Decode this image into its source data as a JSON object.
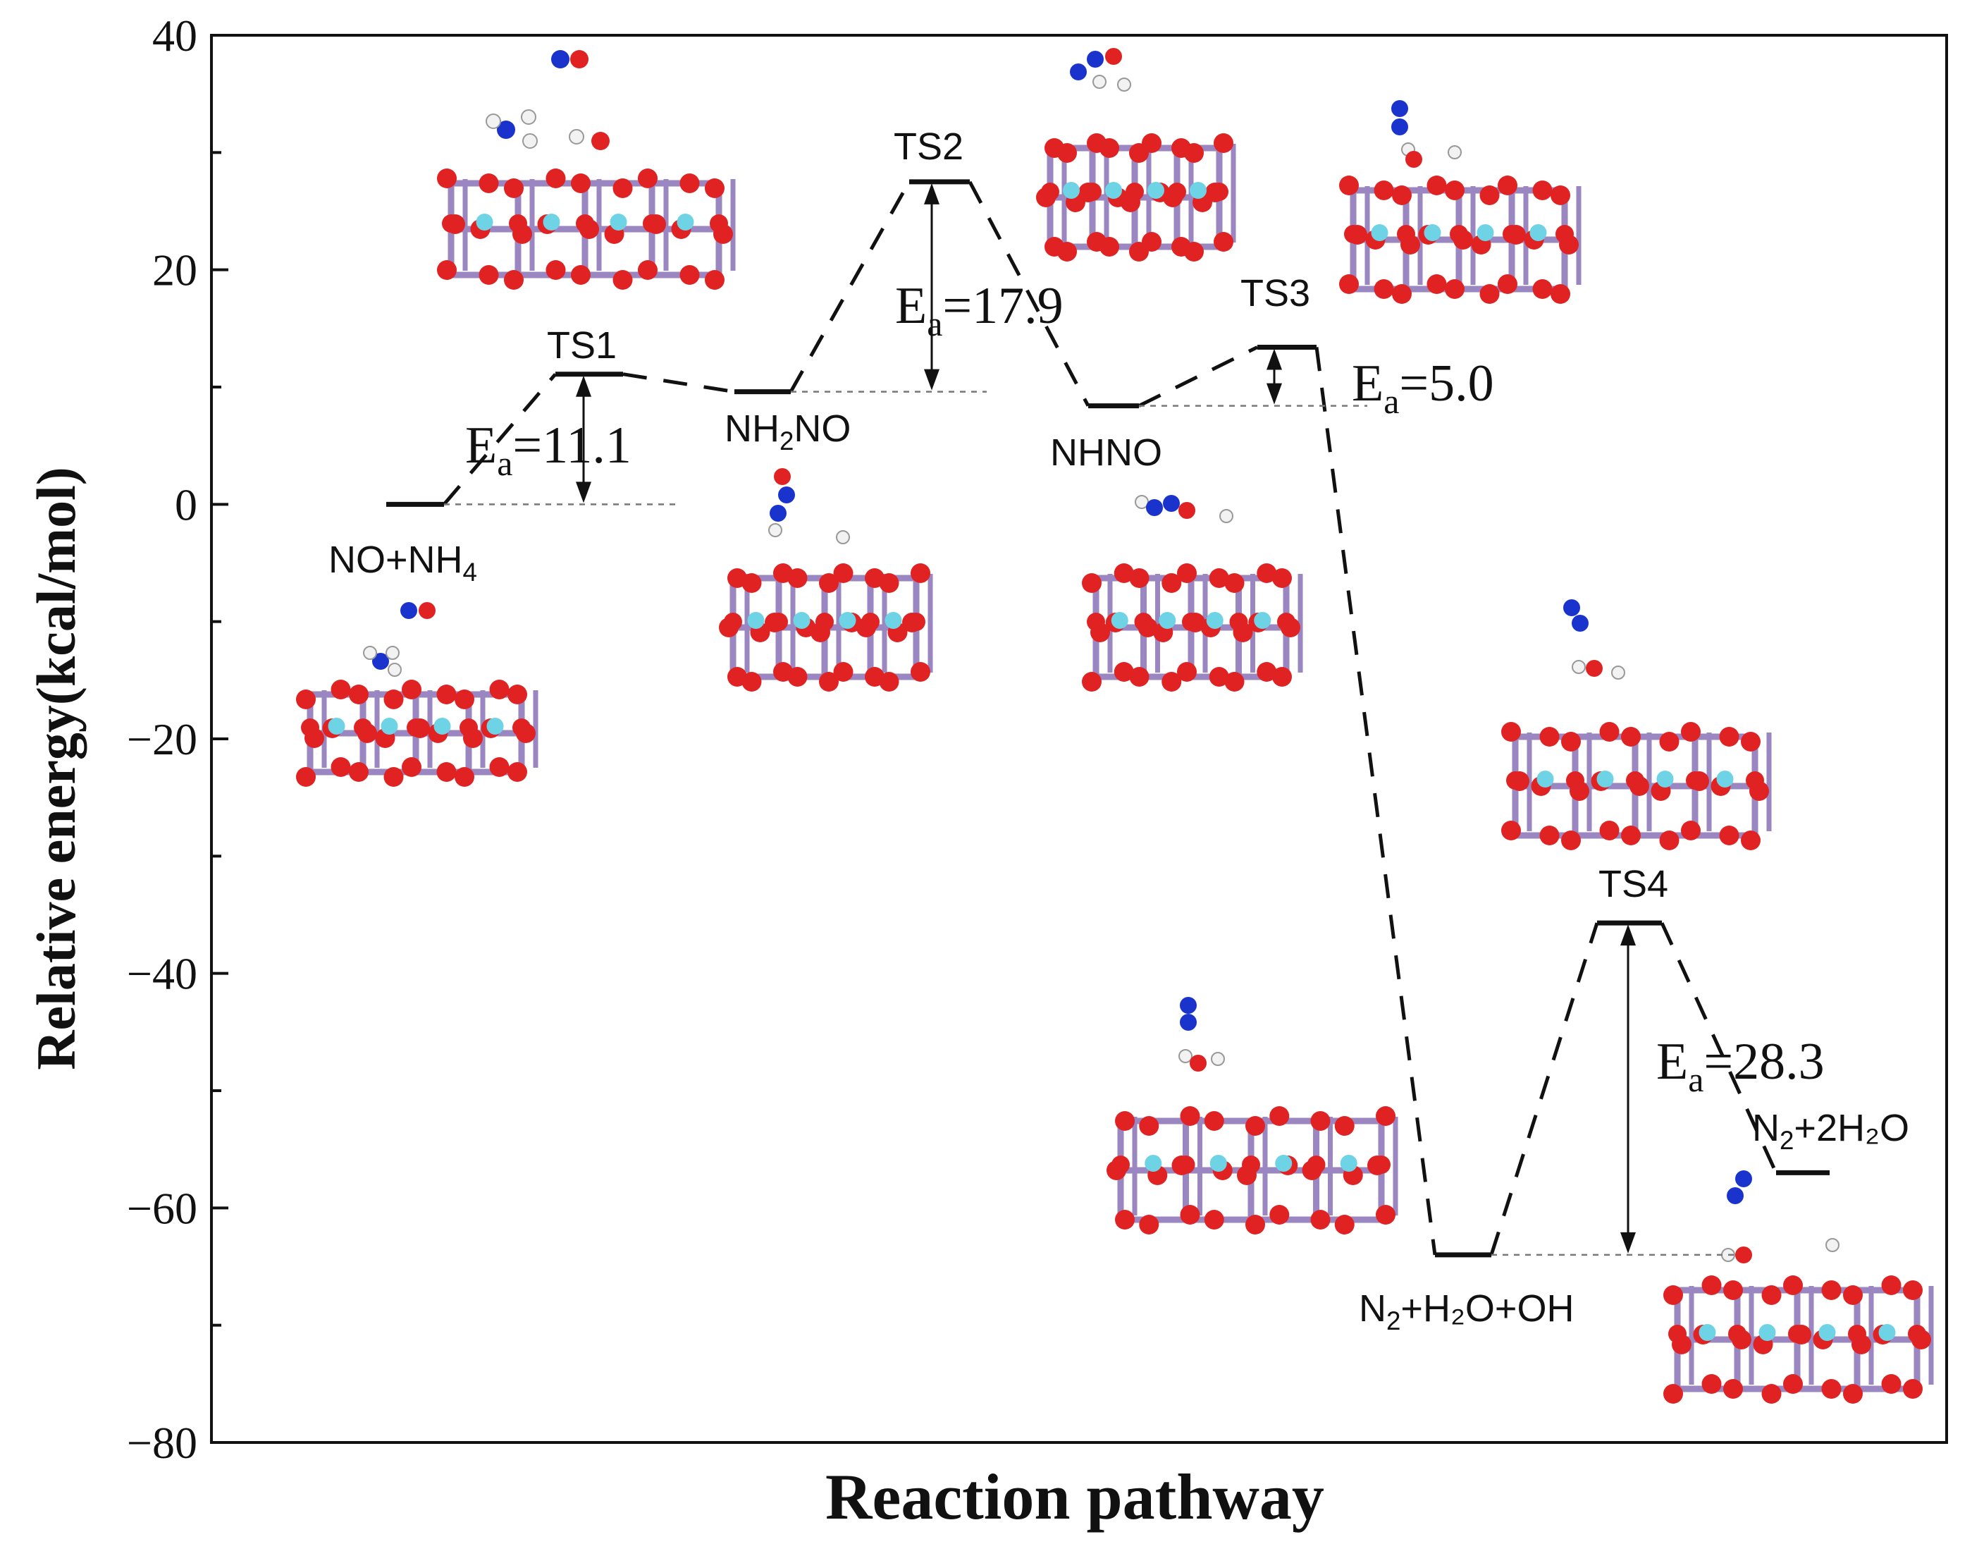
{
  "chart_data": {
    "type": "energy-profile",
    "title": "",
    "xlabel": "Reaction pathway",
    "ylabel": "Relative energy(kcal/mol)",
    "ylim": [
      -80,
      40
    ],
    "yticks": [
      40,
      20,
      0,
      -20,
      -40,
      -60,
      -80
    ],
    "ytick_labels": [
      "40",
      "20",
      "0",
      "−20",
      "−40",
      "−60",
      "−80"
    ],
    "grid": false,
    "states": [
      {
        "label_base": "NO+NH",
        "label_sub": "4",
        "label_end": "",
        "energy": 0.0
      },
      {
        "label_base": "TS1",
        "label_sub": "",
        "label_end": "",
        "energy": 11.1
      },
      {
        "label_base": "NH",
        "label_sub": "2",
        "label_end": "NO",
        "energy": 9.6
      },
      {
        "label_base": "TS2",
        "label_sub": "",
        "label_end": "",
        "energy": 27.5
      },
      {
        "label_base": "NHNO",
        "label_sub": "",
        "label_end": "",
        "energy": 8.4
      },
      {
        "label_base": "TS3",
        "label_sub": "",
        "label_end": "",
        "energy": 13.4
      },
      {
        "label_base": "N",
        "label_sub": "2",
        "label_end": "+H₂O+OH",
        "energy": -64.0
      },
      {
        "label_base": "TS4",
        "label_sub": "",
        "label_end": "",
        "energy": -35.7
      },
      {
        "label_base": "N",
        "label_sub": "2",
        "label_end": "+2H₂O",
        "energy": -57.0
      }
    ],
    "barriers": [
      {
        "label_base": "E",
        "label_sub": "a",
        "value": "=11.1"
      },
      {
        "label_base": "E",
        "label_sub": "a",
        "value": "=17.9"
      },
      {
        "label_base": "E",
        "label_sub": "a",
        "value": "=5.0"
      },
      {
        "label_base": "E",
        "label_sub": "a",
        "value": "=28.3"
      }
    ],
    "colors": {
      "framework": "#9a86c0",
      "oxygen": "#e02222",
      "nitrogen": "#1a33cc",
      "hydrogen": "#f2f2f2",
      "cation": "#6fd3e6",
      "line": "#111111"
    }
  }
}
